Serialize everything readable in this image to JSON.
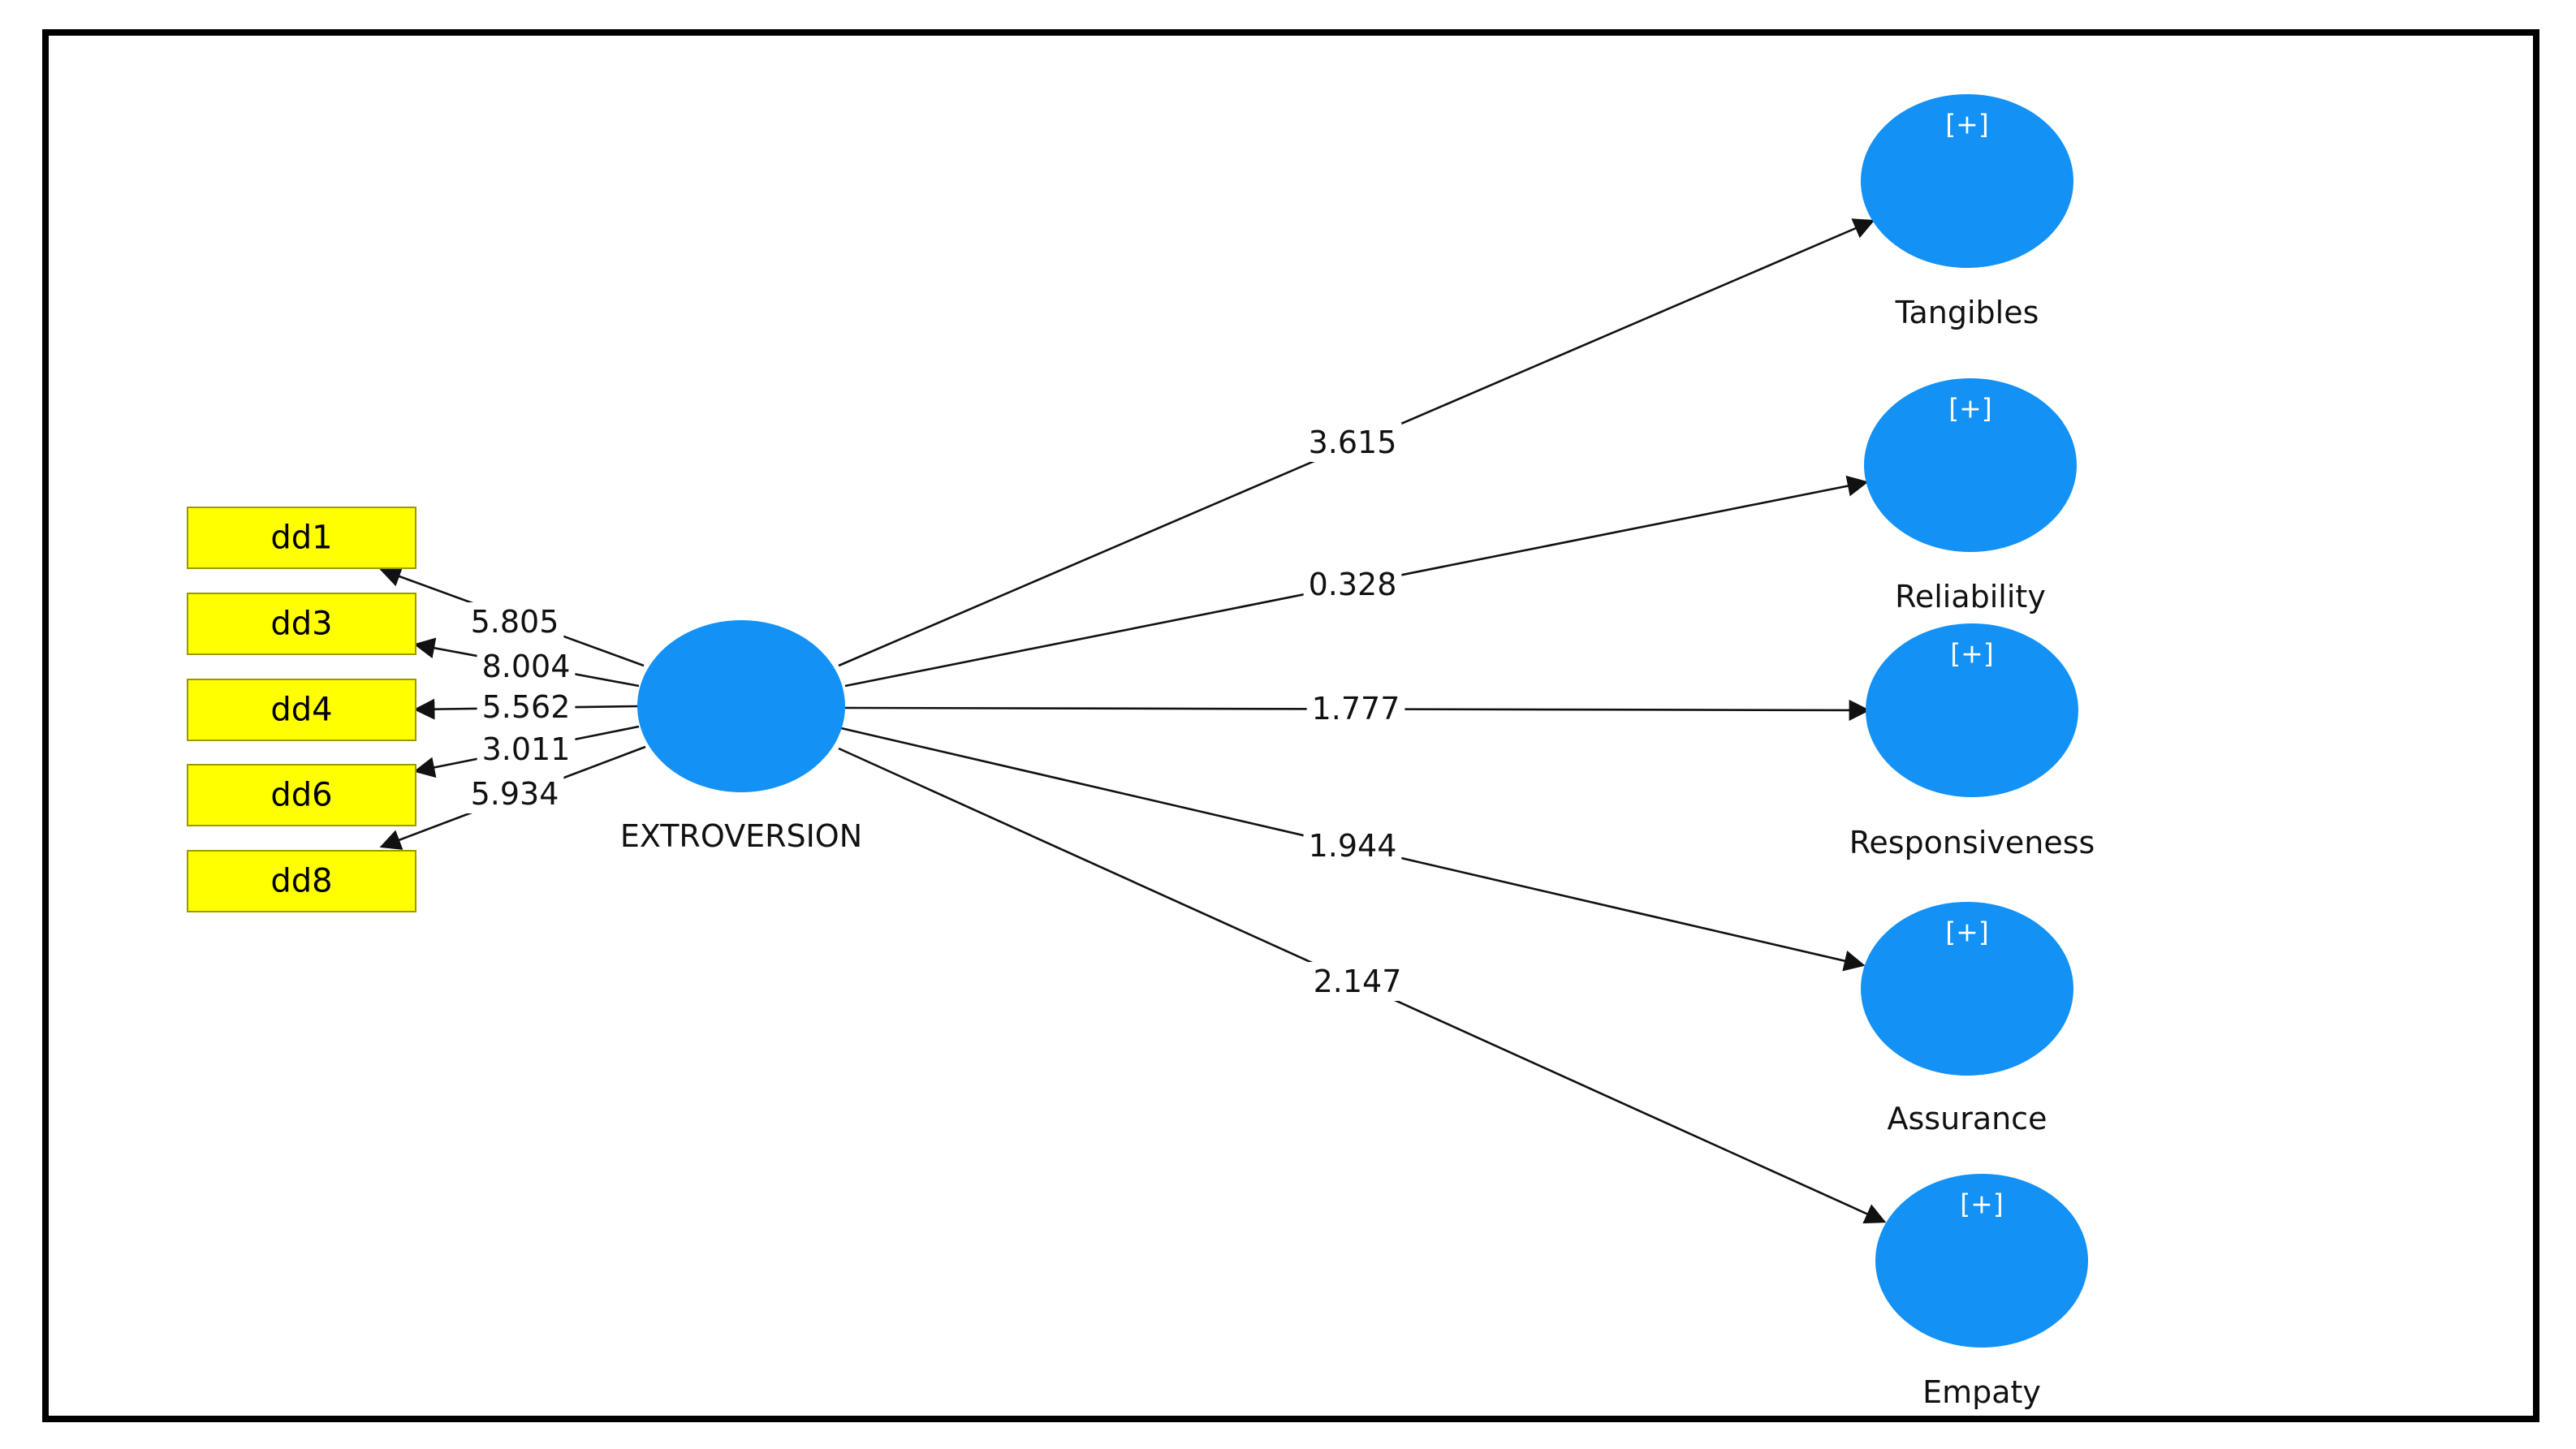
{
  "colors": {
    "construct": "#1391f5",
    "indicator": "#ffff00",
    "arrow": "#111111"
  },
  "central": {
    "label": "EXTROVERSION"
  },
  "indicators": [
    {
      "label": "dd1",
      "weight": "5.805"
    },
    {
      "label": "dd3",
      "weight": "8.004"
    },
    {
      "label": "dd4",
      "weight": "5.562"
    },
    {
      "label": "dd6",
      "weight": "3.011"
    },
    {
      "label": "dd8",
      "weight": "5.934"
    }
  ],
  "targets": [
    {
      "label": "Tangibles",
      "coef": "3.615",
      "expand": "[+]"
    },
    {
      "label": "Reliability",
      "coef": "0.328",
      "expand": "[+]"
    },
    {
      "label": "Responsiveness",
      "coef": "1.777",
      "expand": "[+]"
    },
    {
      "label": "Assurance",
      "coef": "1.944",
      "expand": "[+]"
    },
    {
      "label": "Empaty",
      "coef": "2.147",
      "expand": "[+]"
    }
  ]
}
